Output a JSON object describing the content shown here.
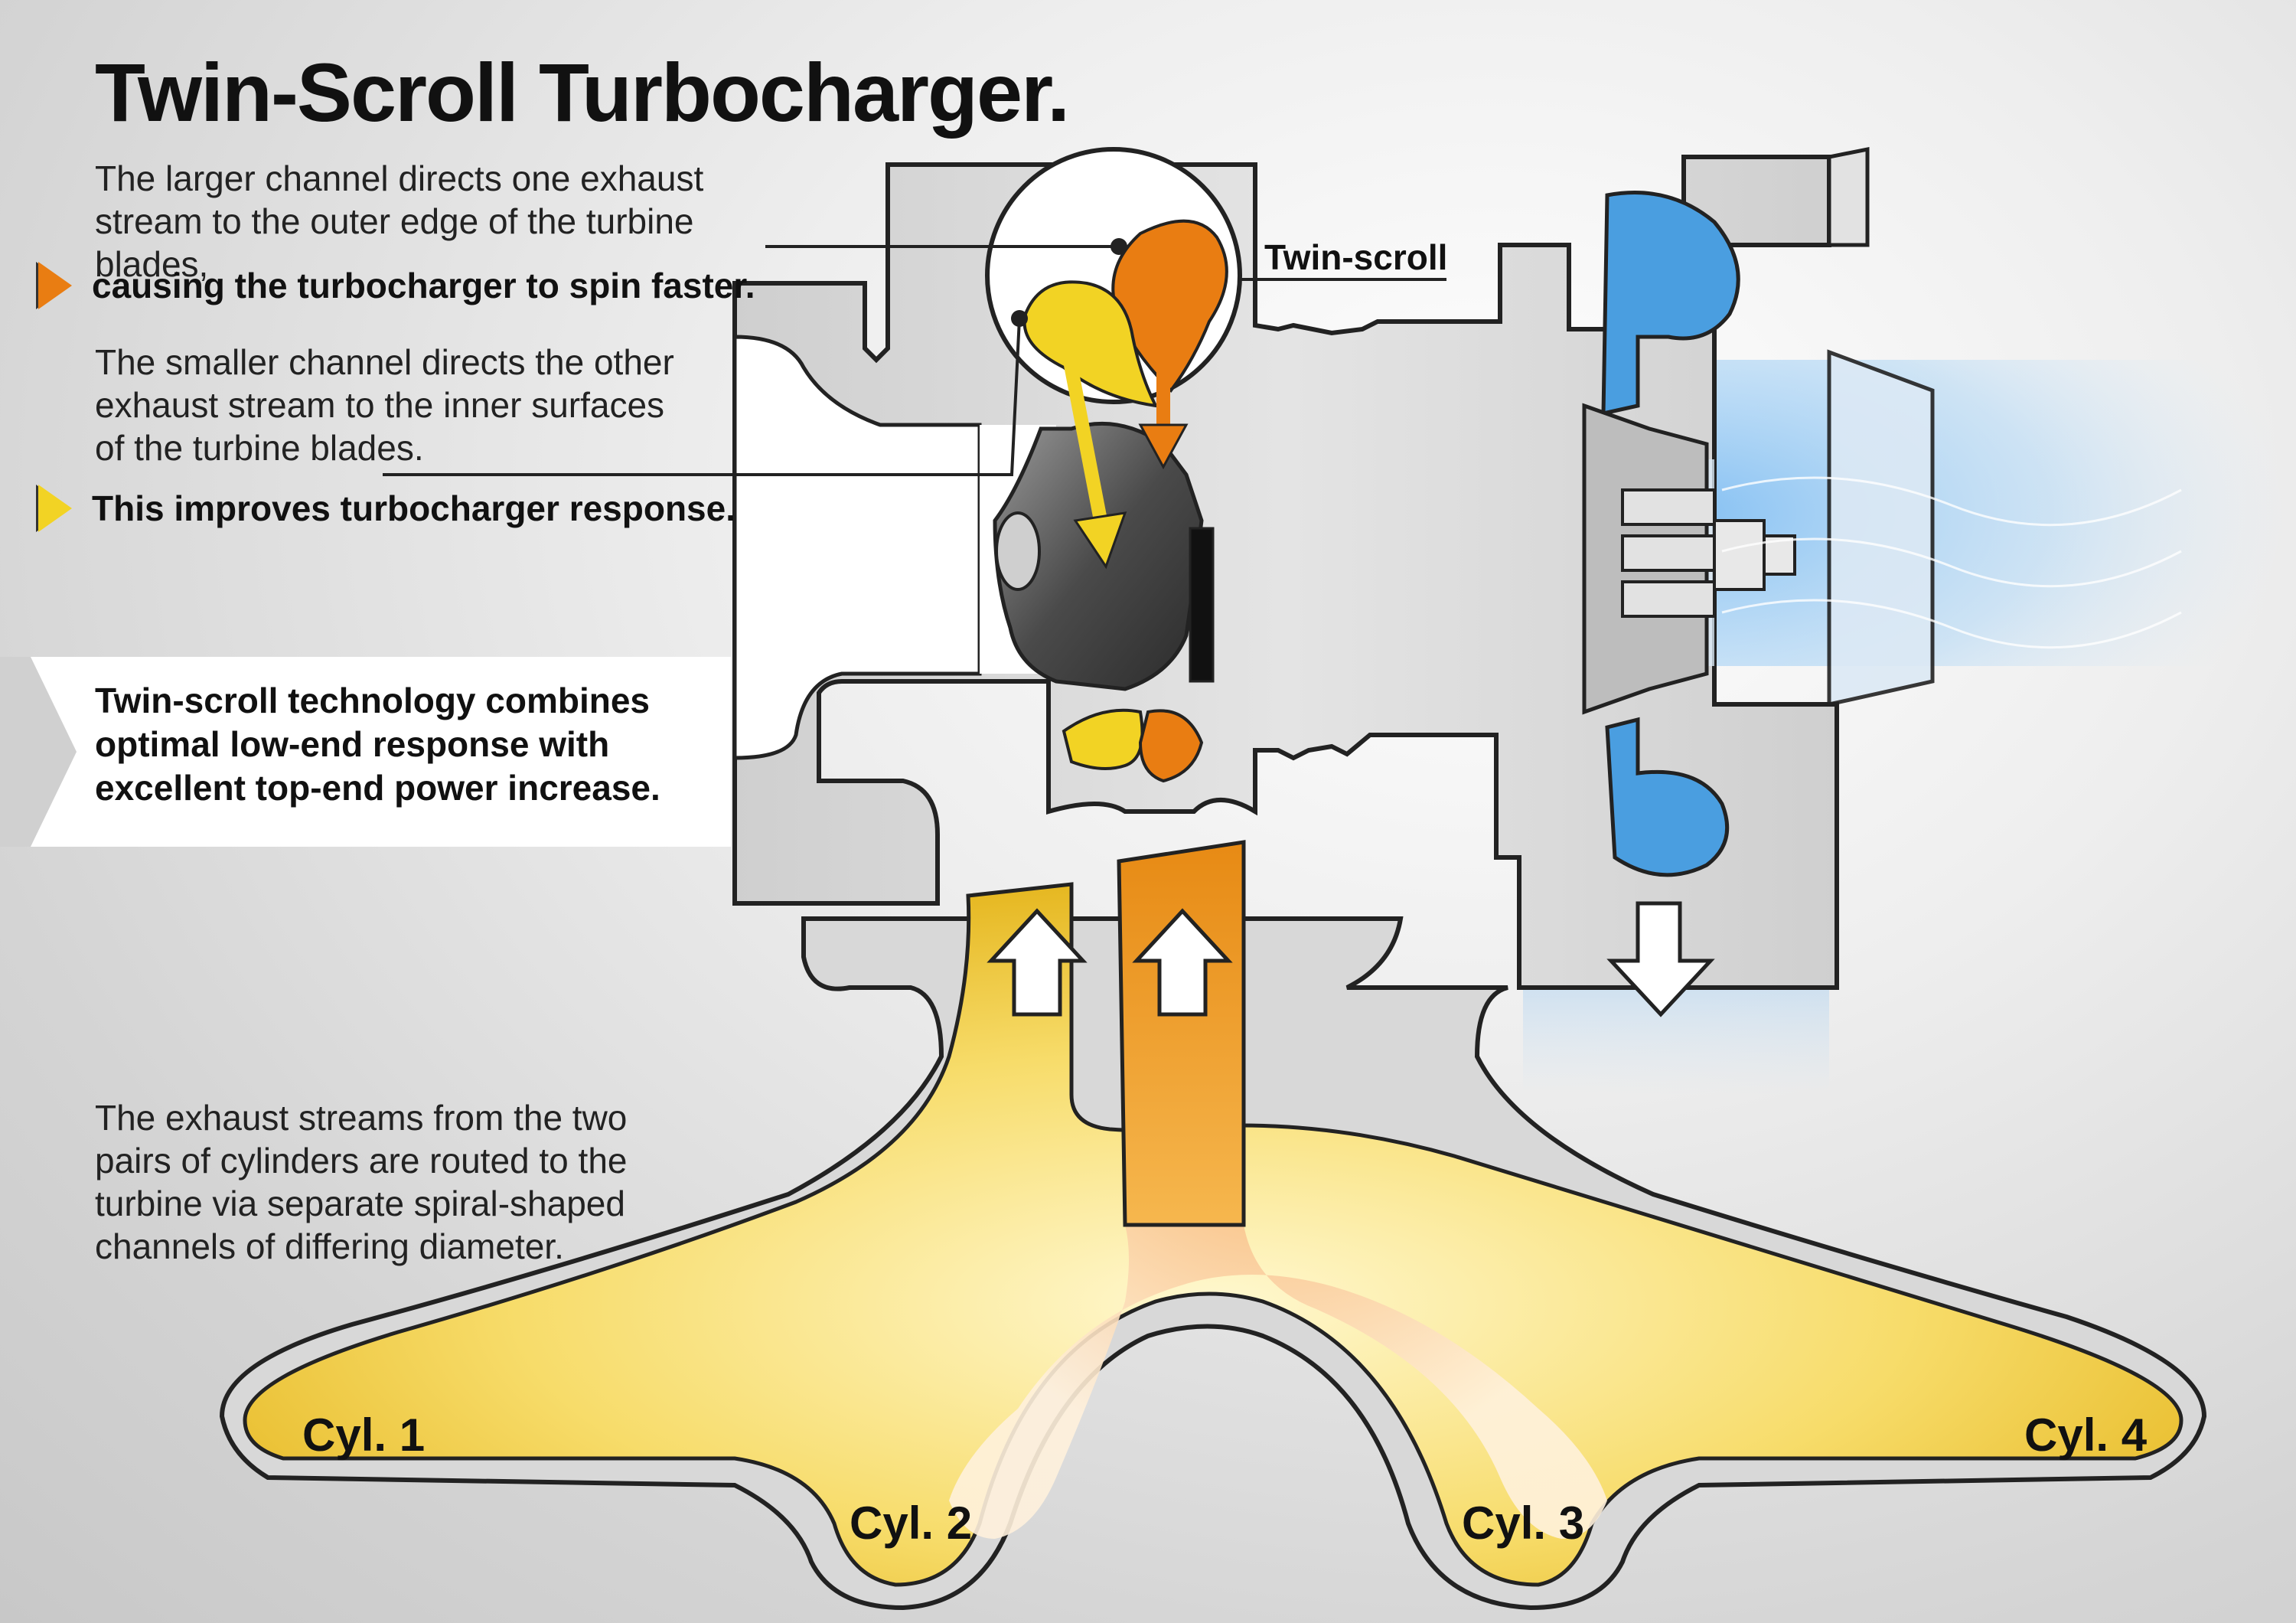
{
  "title": "Twin-Scroll Turbocharger.",
  "larger_channel_text": "The larger channel directs one exhaust stream to the outer edge of the turbine blades,",
  "larger_channel_result": "causing the turbocharger to spin faster.",
  "smaller_channel_text": "The smaller channel directs the other exhaust stream to the inner surfaces of the turbine blades.",
  "smaller_channel_result": "This improves turbocharger response.",
  "summary": "Twin-scroll technology combines optimal low-end response with excellent top-end power increase.",
  "exhaust_text": "The exhaust streams from the two pairs of cylinders are routed to the turbine via separate spiral-shaped channels of differing diameter.",
  "twin_scroll_label": "Twin-scroll",
  "cylinders": [
    "Cyl. 1",
    "Cyl. 2",
    "Cyl. 3",
    "Cyl. 4"
  ],
  "colors": {
    "large_channel": "#e97d12",
    "small_channel": "#f2d324",
    "intake_air": "#4a9ee0",
    "housing": "#dadada",
    "outline": "#222222"
  },
  "icons": [
    "orange-triangle-bullet",
    "yellow-triangle-bullet",
    "flow-up-arrow",
    "flow-down-arrow"
  ]
}
